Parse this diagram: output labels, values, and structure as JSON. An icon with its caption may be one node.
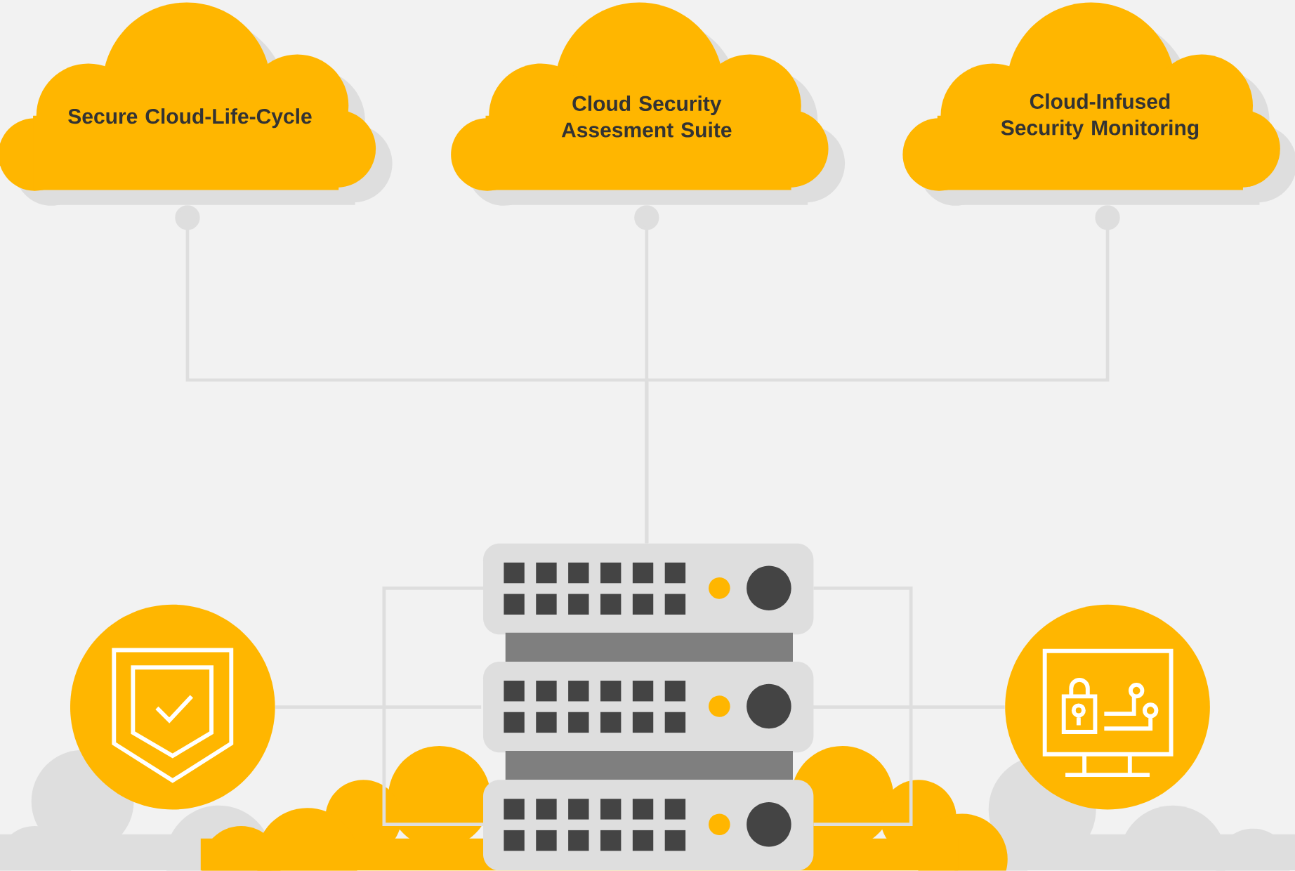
{
  "diagram": {
    "nodes": [
      {
        "text": [
          "Secure Cloud-Life-Cycle"
        ]
      },
      {
        "text": [
          "Cloud Security Assesment Suite"
        ]
      },
      {
        "text": [
          "Cloud-Infused Security Monitoring"
        ]
      },
      {
        "text": [],
        "shape": "picture"
      },
      {
        "text": [],
        "shape": "circle"
      },
      {
        "text": [],
        "shape": "circle"
      }
    ],
    "edges": [
      {
        "from": 0,
        "to": 3,
        "arrow": "other"
      },
      {
        "from": 1,
        "to": 3,
        "arrow": "other"
      },
      {
        "from": 2,
        "to": 3,
        "arrow": "other"
      },
      {
        "from": 4,
        "to": 3,
        "arrow": "none"
      },
      {
        "from": 3,
        "to": 5,
        "arrow": "none"
      }
    ]
  }
}
